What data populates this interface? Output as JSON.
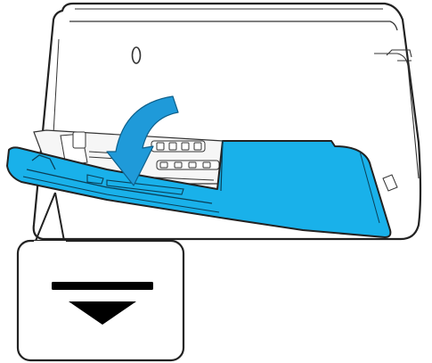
{
  "illustration": {
    "subject": "scanner-input-tray-closing",
    "arrow_direction": "down",
    "callout_symbol": "eject-symbol"
  },
  "colors": {
    "tray_fill": "#19b1ea",
    "tray_dark": "#0f8fc0",
    "arrow_fill": "#1f9ad9",
    "outline": "#222222",
    "body_fill": "#ffffff",
    "callout_fill": "#ffffff",
    "symbol_fill": "#000000"
  }
}
